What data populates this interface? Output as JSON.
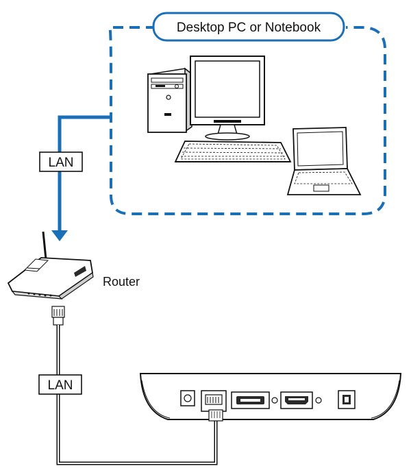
{
  "group_label": "Desktop PC or Notebook",
  "lan_label_top": "LAN",
  "lan_label_bottom": "LAN",
  "router_label": "Router",
  "colors": {
    "accent_blue": "#1a6fb7",
    "line_black": "#111111",
    "device_gray": "#dcdcdc",
    "device_dark": "#2a2a2a"
  },
  "icons": [
    "desktop-tower-icon",
    "monitor-icon",
    "keyboard-icon",
    "laptop-icon",
    "router-icon",
    "rj45-plug-icon",
    "media-player-icon"
  ]
}
